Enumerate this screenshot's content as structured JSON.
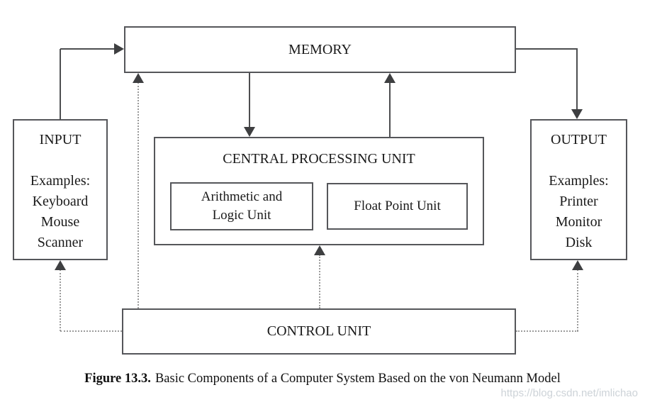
{
  "figure": {
    "memory": {
      "label": "MEMORY"
    },
    "cpu": {
      "label": "CENTRAL PROCESSING UNIT"
    },
    "alu": {
      "line1": "Arithmetic and",
      "line2": "Logic Unit"
    },
    "fpu": {
      "label": "Float Point Unit"
    },
    "control": {
      "label": "CONTROL UNIT"
    },
    "input": {
      "title": "INPUT",
      "examples_label": "Examples:",
      "examples": [
        "Keyboard",
        "Mouse",
        "Scanner"
      ]
    },
    "output": {
      "title": "OUTPUT",
      "examples_label": "Examples:",
      "examples": [
        "Printer",
        "Monitor",
        "Disk"
      ]
    }
  },
  "arrows": {
    "solid": [
      "input-to-memory",
      "memory-to-cpu",
      "cpu-to-memory",
      "memory-to-output"
    ],
    "dotted": [
      "control-to-memory",
      "control-to-cpu",
      "control-to-input",
      "control-to-output"
    ]
  },
  "caption": {
    "label": "Figure 13.3.",
    "text": "Basic Components of a Computer System Based on the von Neumann Model"
  },
  "watermark": {
    "text": "https://blog.csdn.net/imlichao"
  },
  "colors": {
    "box_border": "#55565a",
    "solid_line": "#4d4e50",
    "dotted_line": "#9b9b9b",
    "arrowhead": "#3e3f41",
    "text": "#1a1a1a",
    "watermark": "#cdd3d8",
    "background": "#ffffff"
  }
}
